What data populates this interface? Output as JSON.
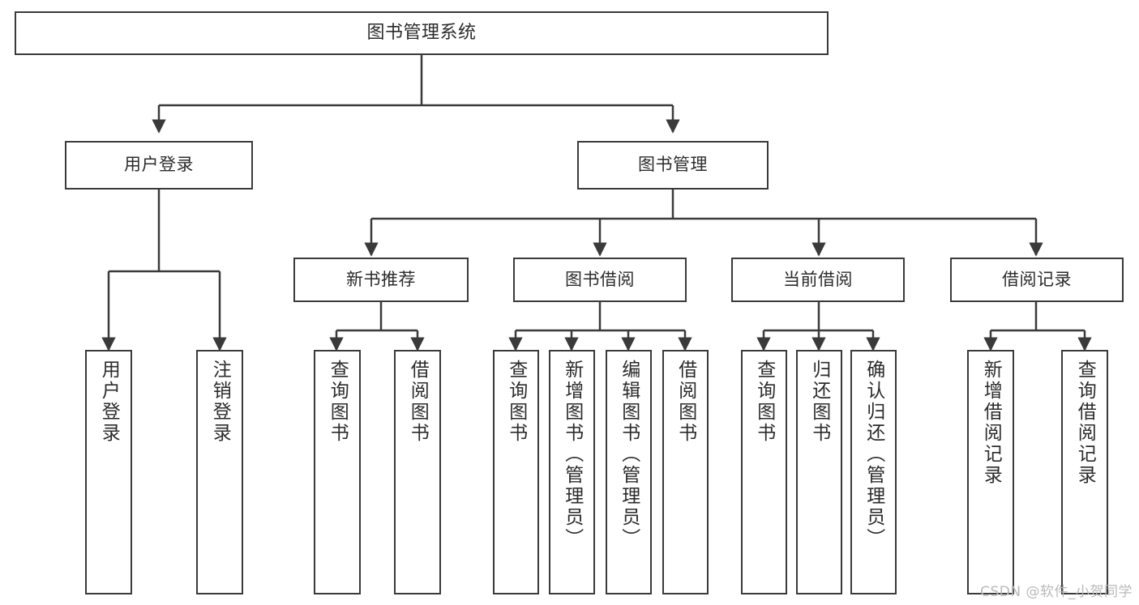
{
  "diagram": {
    "type": "tree",
    "title": "图书管理系统",
    "watermark": "CSDN @软件_小贺同学",
    "colors": {
      "background": "#ffffff",
      "node_border": "#3a3a3a",
      "node_fill": "#ffffff",
      "connector": "#3a3a3a",
      "text": "#2b2b2b",
      "watermark": "#b9b9b9"
    },
    "nodes": {
      "root": {
        "label": "图书管理系统"
      },
      "level2": [
        {
          "label": "用户登录"
        },
        {
          "label": "图书管理"
        }
      ],
      "level3": [
        {
          "label": "新书推荐"
        },
        {
          "label": "图书借阅"
        },
        {
          "label": "当前借阅"
        },
        {
          "label": "借阅记录"
        }
      ],
      "leaves": [
        {
          "label": "用户登录",
          "parent": "用户登录"
        },
        {
          "label": "注销登录",
          "parent": "用户登录"
        },
        {
          "label": "查询图书",
          "parent": "新书推荐"
        },
        {
          "label": "借阅图书",
          "parent": "新书推荐"
        },
        {
          "label": "查询图书",
          "parent": "图书借阅"
        },
        {
          "label": "新增图书（管理员）",
          "parent": "图书借阅"
        },
        {
          "label": "编辑图书（管理员）",
          "parent": "图书借阅"
        },
        {
          "label": "借阅图书",
          "parent": "图书借阅"
        },
        {
          "label": "查询图书",
          "parent": "当前借阅"
        },
        {
          "label": "归还图书",
          "parent": "当前借阅"
        },
        {
          "label": "确认归还（管理员）",
          "parent": "当前借阅"
        },
        {
          "label": "新增借阅记录",
          "parent": "借阅记录"
        },
        {
          "label": "查询借阅记录",
          "parent": "借阅记录"
        }
      ]
    }
  }
}
